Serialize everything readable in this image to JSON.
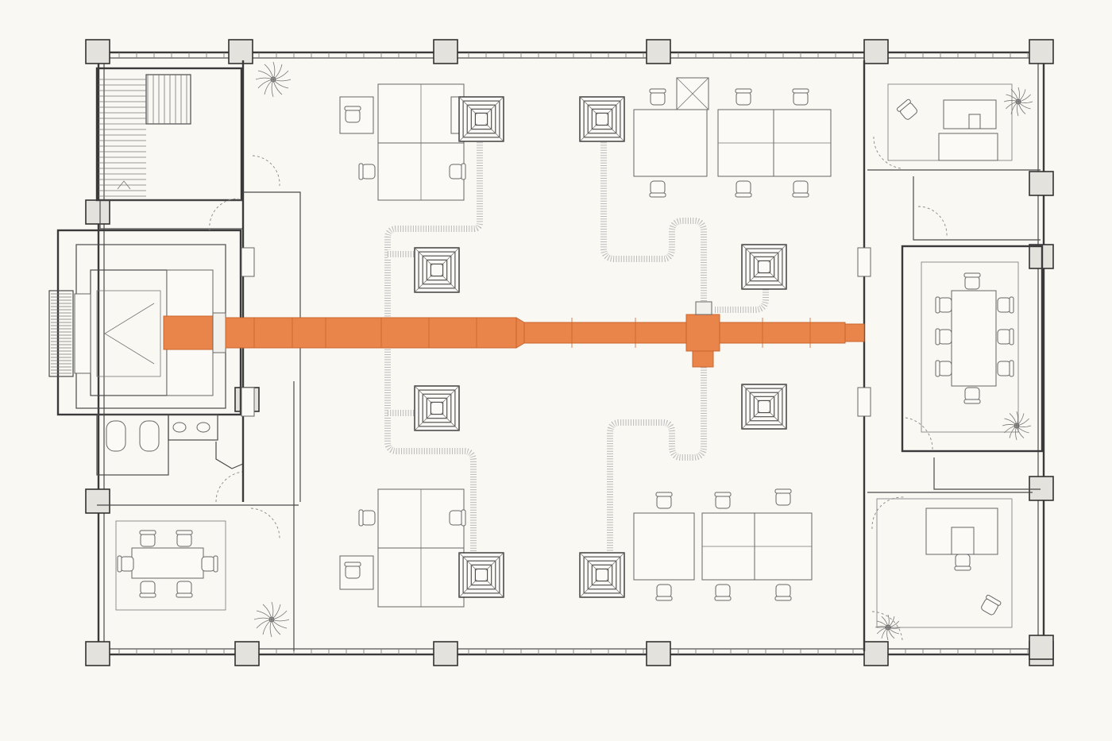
{
  "colors": {
    "background": "#faf8f3",
    "wall": "#3a3a3a",
    "main_duct": "#e9844a",
    "main_duct_dark": "#c9662f",
    "column_fill": "#e4e2dc"
  },
  "icons": [
    "plant-icon",
    "chair-icon",
    "diffuser-icon",
    "stair-icon",
    "elevator-icon",
    "toilet-icon",
    "sink-icon",
    "door-swing-icon"
  ],
  "rooms": [
    "open-office",
    "stair-core",
    "elevator-core",
    "restrooms",
    "meeting-room-sw",
    "private-office-ne",
    "conference-room-e",
    "private-office-se"
  ]
}
